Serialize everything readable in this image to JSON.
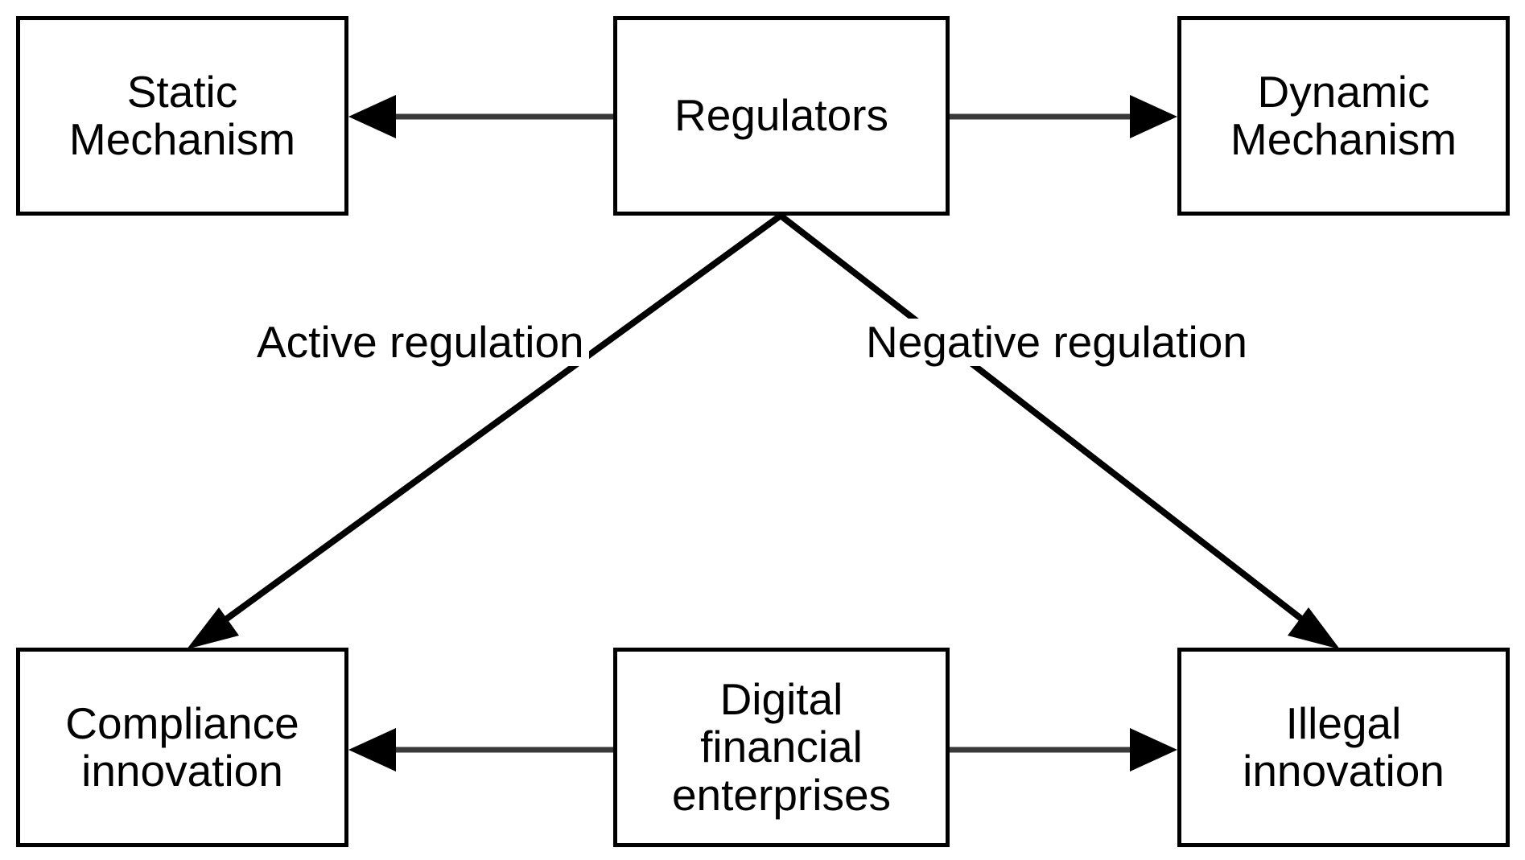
{
  "diagram": {
    "title": "Regulatory mechanism and digital financial enterprise innovation flowchart",
    "background_color": "#ffffff",
    "line_color": "#000000",
    "text_color": "#000000",
    "nodes": [
      {
        "id": "static-mechanism",
        "label": "Static\nMechanism"
      },
      {
        "id": "regulators",
        "label": "Regulators"
      },
      {
        "id": "dynamic-mechanism",
        "label": "Dynamic\nMechanism"
      },
      {
        "id": "compliance-innovation",
        "label": "Compliance\ninnovation"
      },
      {
        "id": "digital-financial-enterprises",
        "label": "Digital\nfinancial\nenterprises"
      },
      {
        "id": "illegal-innovation",
        "label": "Illegal\ninnovation"
      }
    ],
    "edge_labels": [
      {
        "id": "active-regulation",
        "label": "Active regulation"
      },
      {
        "id": "negative-regulation",
        "label": "Negative regulation"
      }
    ],
    "edges": [
      {
        "id": "regulators-to-static-mechanism",
        "from": "regulators",
        "to": "static-mechanism",
        "label": ""
      },
      {
        "id": "regulators-to-dynamic-mechanism",
        "from": "regulators",
        "to": "dynamic-mechanism",
        "label": ""
      },
      {
        "id": "regulators-to-compliance-innovation",
        "from": "regulators",
        "to": "compliance-innovation",
        "label": "Active regulation"
      },
      {
        "id": "regulators-to-illegal-innovation",
        "from": "regulators",
        "to": "illegal-innovation",
        "label": "Negative regulation"
      },
      {
        "id": "enterprises-to-compliance-innovation",
        "from": "digital-financial-enterprises",
        "to": "compliance-innovation",
        "label": ""
      },
      {
        "id": "enterprises-to-illegal-innovation",
        "from": "digital-financial-enterprises",
        "to": "illegal-innovation",
        "label": ""
      }
    ]
  }
}
